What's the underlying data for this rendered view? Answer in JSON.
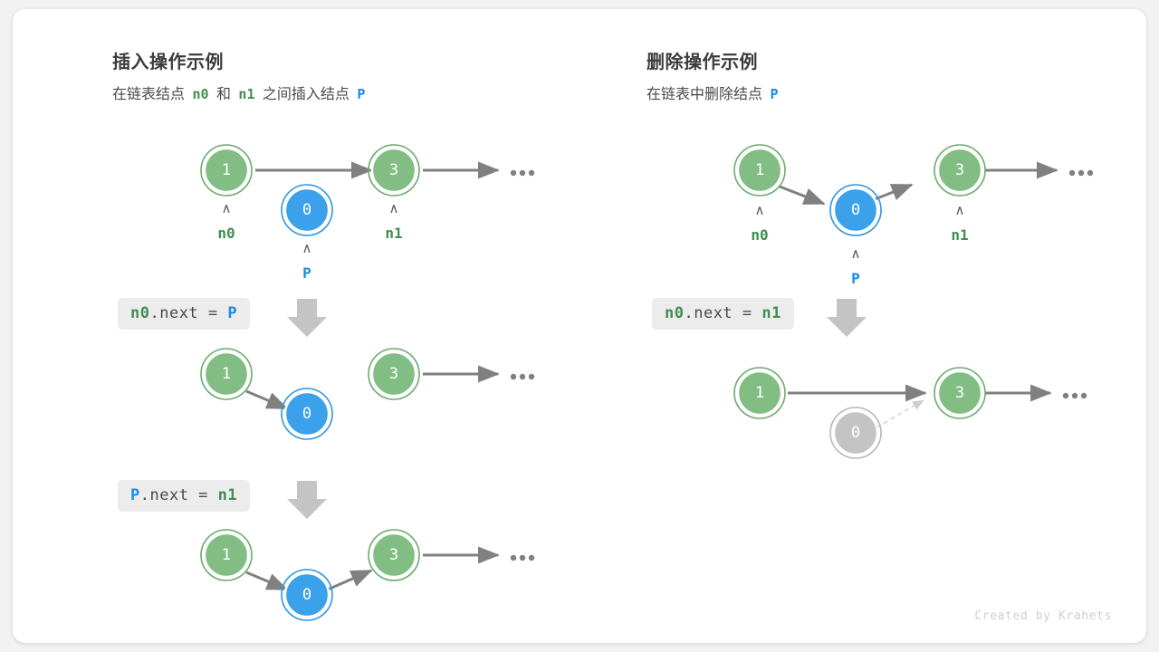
{
  "theme": {
    "card_bg": "#ffffff",
    "page_bg": "#f2f2f2",
    "green": "#82bd84",
    "green_ring": "#6aab6d",
    "green_text": "#3f8f4f",
    "blue": "#3ba1ea",
    "blue_ring": "#2e96e2",
    "blue_text": "#1c8ae0",
    "gray_node": "#c4c4c4",
    "gray_ring": "#b8b8b8",
    "arrow": "#808080",
    "code_bg": "#ececec",
    "title_color": "#3c3c3c"
  },
  "panels": [
    {
      "id": "insert",
      "title": "插入操作示例",
      "subtitle_parts": [
        {
          "text": "在链表结点 ",
          "style": "plain"
        },
        {
          "text": "n0",
          "style": "green"
        },
        {
          "text": " 和 ",
          "style": "plain"
        },
        {
          "text": "n1",
          "style": "green"
        },
        {
          "text": " 之间插入结点 ",
          "style": "plain"
        },
        {
          "text": "P",
          "style": "blue"
        }
      ],
      "steps": [
        {
          "code": null,
          "nodes": [
            {
              "value": "1",
              "color": "green",
              "pointer": "n0",
              "pointer_color": "green"
            },
            {
              "value": "0",
              "color": "blue",
              "pointer": "P",
              "pointer_color": "blue"
            },
            {
              "value": "3",
              "color": "green",
              "pointer": "n1",
              "pointer_color": "green"
            }
          ],
          "edges": [
            "1->3",
            "3->ellipsis"
          ]
        },
        {
          "code": [
            {
              "text": "n0",
              "style": "green"
            },
            {
              "text": ".next = ",
              "style": "plain"
            },
            {
              "text": "P",
              "style": "blue"
            }
          ],
          "nodes": [
            {
              "value": "1",
              "color": "green"
            },
            {
              "value": "0",
              "color": "blue"
            },
            {
              "value": "3",
              "color": "green"
            }
          ],
          "edges": [
            "1->0",
            "3->ellipsis"
          ]
        },
        {
          "code": [
            {
              "text": "P",
              "style": "blue"
            },
            {
              "text": ".next = ",
              "style": "plain"
            },
            {
              "text": "n1",
              "style": "green"
            }
          ],
          "nodes": [
            {
              "value": "1",
              "color": "green"
            },
            {
              "value": "0",
              "color": "blue"
            },
            {
              "value": "3",
              "color": "green"
            }
          ],
          "edges": [
            "1->0",
            "0->3",
            "3->ellipsis"
          ]
        }
      ]
    },
    {
      "id": "delete",
      "title": "删除操作示例",
      "subtitle_parts": [
        {
          "text": "在链表中删除结点 ",
          "style": "plain"
        },
        {
          "text": "P",
          "style": "blue"
        }
      ],
      "steps": [
        {
          "code": null,
          "nodes": [
            {
              "value": "1",
              "color": "green",
              "pointer": "n0",
              "pointer_color": "green"
            },
            {
              "value": "0",
              "color": "blue",
              "pointer": "P",
              "pointer_color": "blue"
            },
            {
              "value": "3",
              "color": "green",
              "pointer": "n1",
              "pointer_color": "green"
            }
          ],
          "edges": [
            "1->0",
            "0->3",
            "3->ellipsis"
          ]
        },
        {
          "code": [
            {
              "text": "n0",
              "style": "green"
            },
            {
              "text": ".next = ",
              "style": "plain"
            },
            {
              "text": "n1",
              "style": "green"
            }
          ],
          "nodes": [
            {
              "value": "1",
              "color": "green"
            },
            {
              "value": "0",
              "color": "gray"
            },
            {
              "value": "3",
              "color": "green"
            }
          ],
          "edges": [
            "1->3",
            "0-->3-dashed",
            "3->ellipsis"
          ]
        }
      ]
    }
  ],
  "credit": "Created by Krahets"
}
